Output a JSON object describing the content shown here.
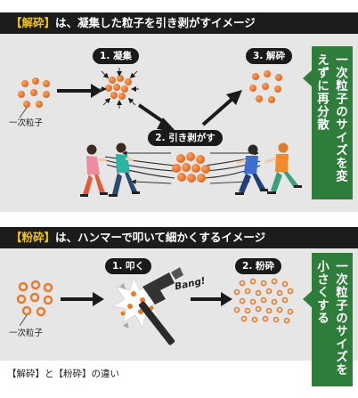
{
  "section1": {
    "title_bracket": "【解砕】",
    "title_rest": "は、凝集した粒子を引き剥がすイメージ",
    "step1_label": "1. 凝集",
    "step2_label": "2. 引き剥がす",
    "step3_label": "3. 解砕",
    "primary_label": "一次粒子",
    "callout": "一次粒子のサイズを変えずに再分散"
  },
  "section2": {
    "title_bracket": "【粉砕】",
    "title_rest": "は、ハンマーで叩いて細かくするイメージ",
    "step1_label": "1. 叩く",
    "step2_label": "2. 粉砕",
    "bang": "Bang!",
    "primary_label": "一次粒子",
    "callout": "一次粒子のサイズを小さくする"
  },
  "caption": "【解砕】と【粉砕】の違い",
  "colors": {
    "particle": "#ec7a2a",
    "panel_bg": "#e6e6e6",
    "band_bg": "#1c1c1c",
    "highlight": "#f0c419",
    "callout_bg": "#2e7d3a"
  }
}
